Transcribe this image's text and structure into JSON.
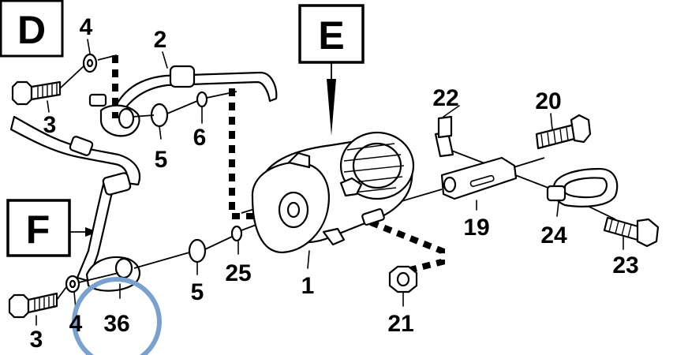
{
  "sections": {
    "d": "D",
    "e": "E",
    "f": "F"
  },
  "callouts": {
    "p1": "1",
    "p2": "2",
    "p3_top": "3",
    "p3_bottom": "3",
    "p4_top": "4",
    "p4_bottom": "4",
    "p5_top": "5",
    "p5_bottom": "5",
    "p6": "6",
    "p19": "19",
    "p20": "20",
    "p21": "21",
    "p22": "22",
    "p23": "23",
    "p24": "24",
    "p25": "25",
    "p36": "36"
  },
  "colors": {
    "highlight_circle": "#7aa0cf",
    "ink": "#000000"
  }
}
